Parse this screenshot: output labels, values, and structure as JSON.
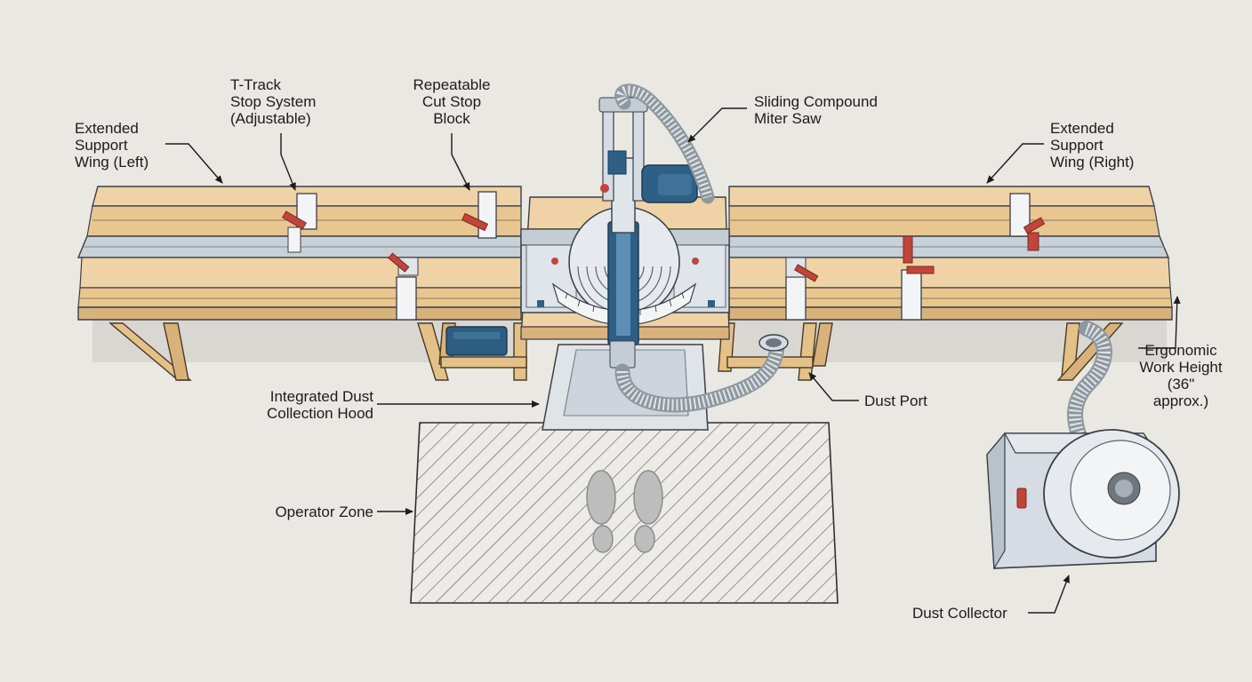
{
  "labels": {
    "wing_left": [
      "Extended",
      "Support",
      "Wing (Left)"
    ],
    "t_track": [
      "T-Track",
      "Stop System",
      "(Adjustable)"
    ],
    "stop_block": [
      "Repeatable",
      "Cut Stop",
      "Block"
    ],
    "miter_saw": [
      "Sliding Compound",
      "Miter Saw"
    ],
    "wing_right": [
      "Extended",
      "Support",
      "Wing (Right)"
    ],
    "work_height": [
      "Ergonomic",
      "Work Height",
      "(36\"",
      "approx.)"
    ],
    "dust_hood": [
      "Integrated Dust",
      "Collection Hood"
    ],
    "dust_port": "Dust Port",
    "operator_zone": "Operator Zone",
    "dust_collector": "Dust Collector"
  },
  "colors": {
    "background": "#e9e8e3",
    "wood": "#efd3a6",
    "wood_dark": "#d8b27a",
    "track": "#c9d1d8",
    "steel": "#d5dce3",
    "saw_blue": "#2e5f86",
    "clamp_red": "#c0453a",
    "outline": "#3b3f45"
  }
}
